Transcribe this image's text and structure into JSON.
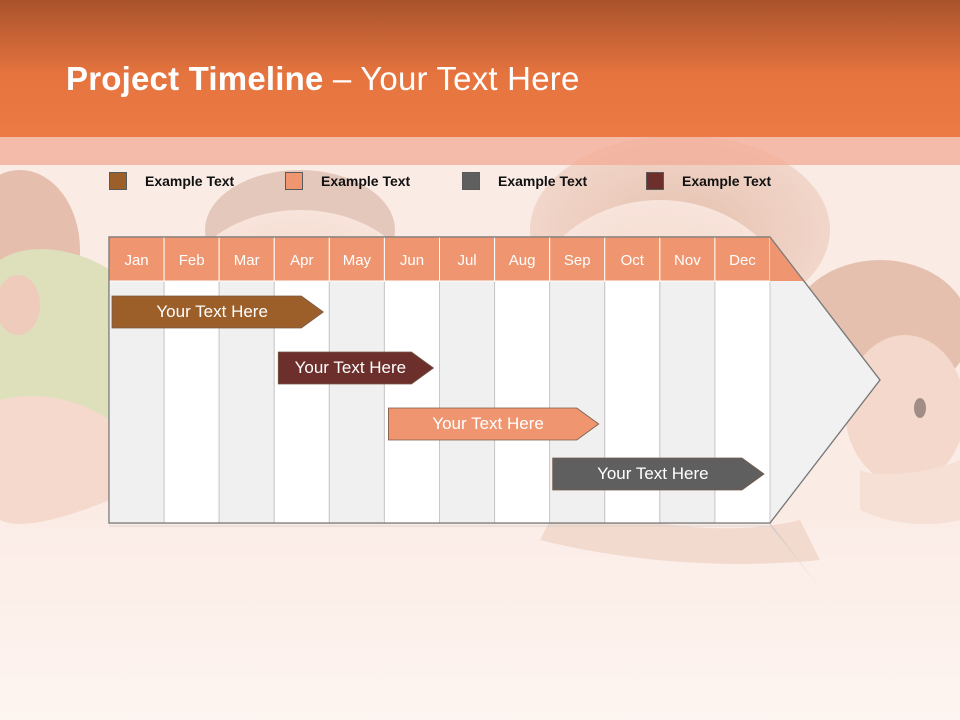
{
  "header": {
    "title_bold": "Project Timeline",
    "title_rest": " – Your Text Here"
  },
  "legend": [
    {
      "label": "Example Text",
      "color": "#9c5f2a"
    },
    {
      "label": "Example Text",
      "color": "#ef9670"
    },
    {
      "label": "Example Text",
      "color": "#5f5f5f"
    },
    {
      "label": "Example Text",
      "color": "#6c2f2b"
    }
  ],
  "timeline": {
    "months": [
      "Jan",
      "Feb",
      "Mar",
      "Apr",
      "May",
      "Jun",
      "Jul",
      "Aug",
      "Sep",
      "Oct",
      "Nov",
      "Dec"
    ],
    "header_color": "#ef9670",
    "tasks": [
      {
        "label": "Your  Text Here",
        "start": "Jan",
        "end": "Apr",
        "color": "#9c5f2a"
      },
      {
        "label": "Your  Text Here",
        "start": "Apr",
        "end": "Jun",
        "color": "#6c2f2b"
      },
      {
        "label": "Your  Text Here",
        "start": "Jun",
        "end": "Sep",
        "color": "#ef9670"
      },
      {
        "label": "Your  Text Here",
        "start": "Sep",
        "end": "Dec",
        "color": "#5f5f5f"
      }
    ]
  }
}
